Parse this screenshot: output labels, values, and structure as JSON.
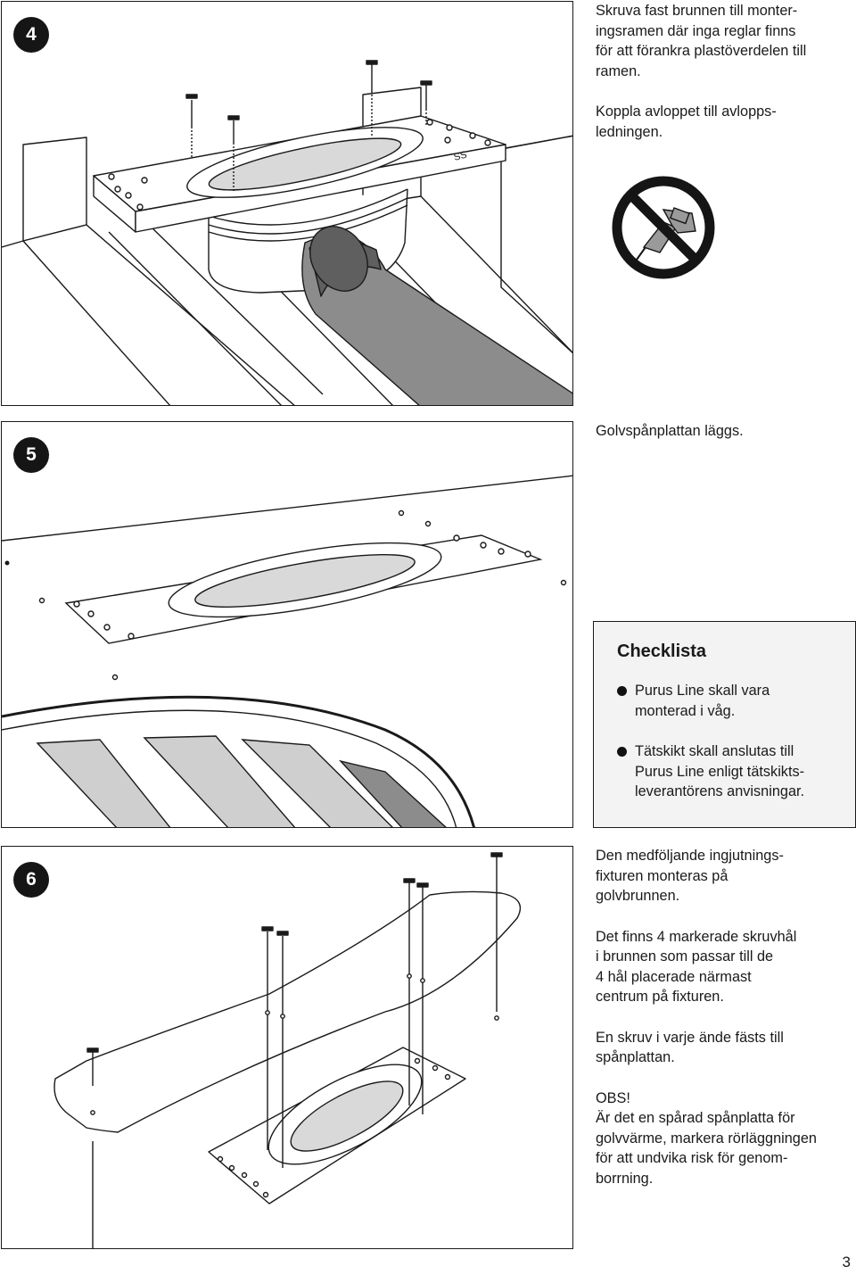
{
  "steps": [
    {
      "number": "4",
      "paragraphs": [
        "Skruva fast brunnen till monter-\ningsramen där inga reglar finns\nför att förankra plastöverdelen till\nramen.",
        "Koppla avloppet till avlopps-\nledningen."
      ],
      "icons": [
        "no-power-drill-icon"
      ]
    },
    {
      "number": "5",
      "paragraphs": [
        "Golvspånplattan läggs."
      ]
    },
    {
      "number": "6",
      "paragraphs": [
        "Den medföljande ingjutnings-\nfixturen monteras på\ngolvbrunnen.",
        "Det finns 4 markerade skruvhål\ni brunnen som passar till de\n4 hål placerade närmast\ncentrum på fixturen.",
        "En skruv i varje ände fästs till\nspånplattan.",
        "OBS!\nÄr det en spårad spånplatta för\ngolvvärme, markera rörläggningen\nför att undvika risk för genom-\nborrning."
      ]
    }
  ],
  "checklist": {
    "title": "Checklista",
    "items": [
      "Purus Line skall vara\nmonterad i våg.",
      "Tätskikt skall anslutas till\nPurus Line enligt tätskikts-\nleverantörens anvisningar."
    ]
  },
  "illustration_label": "SS",
  "page_number": "3",
  "colors": {
    "ink": "#1a1a1a",
    "pipe": "#8c8c8c",
    "pipe_dark": "#5f5f5f",
    "checklist_bg": "#f3f3f3"
  }
}
